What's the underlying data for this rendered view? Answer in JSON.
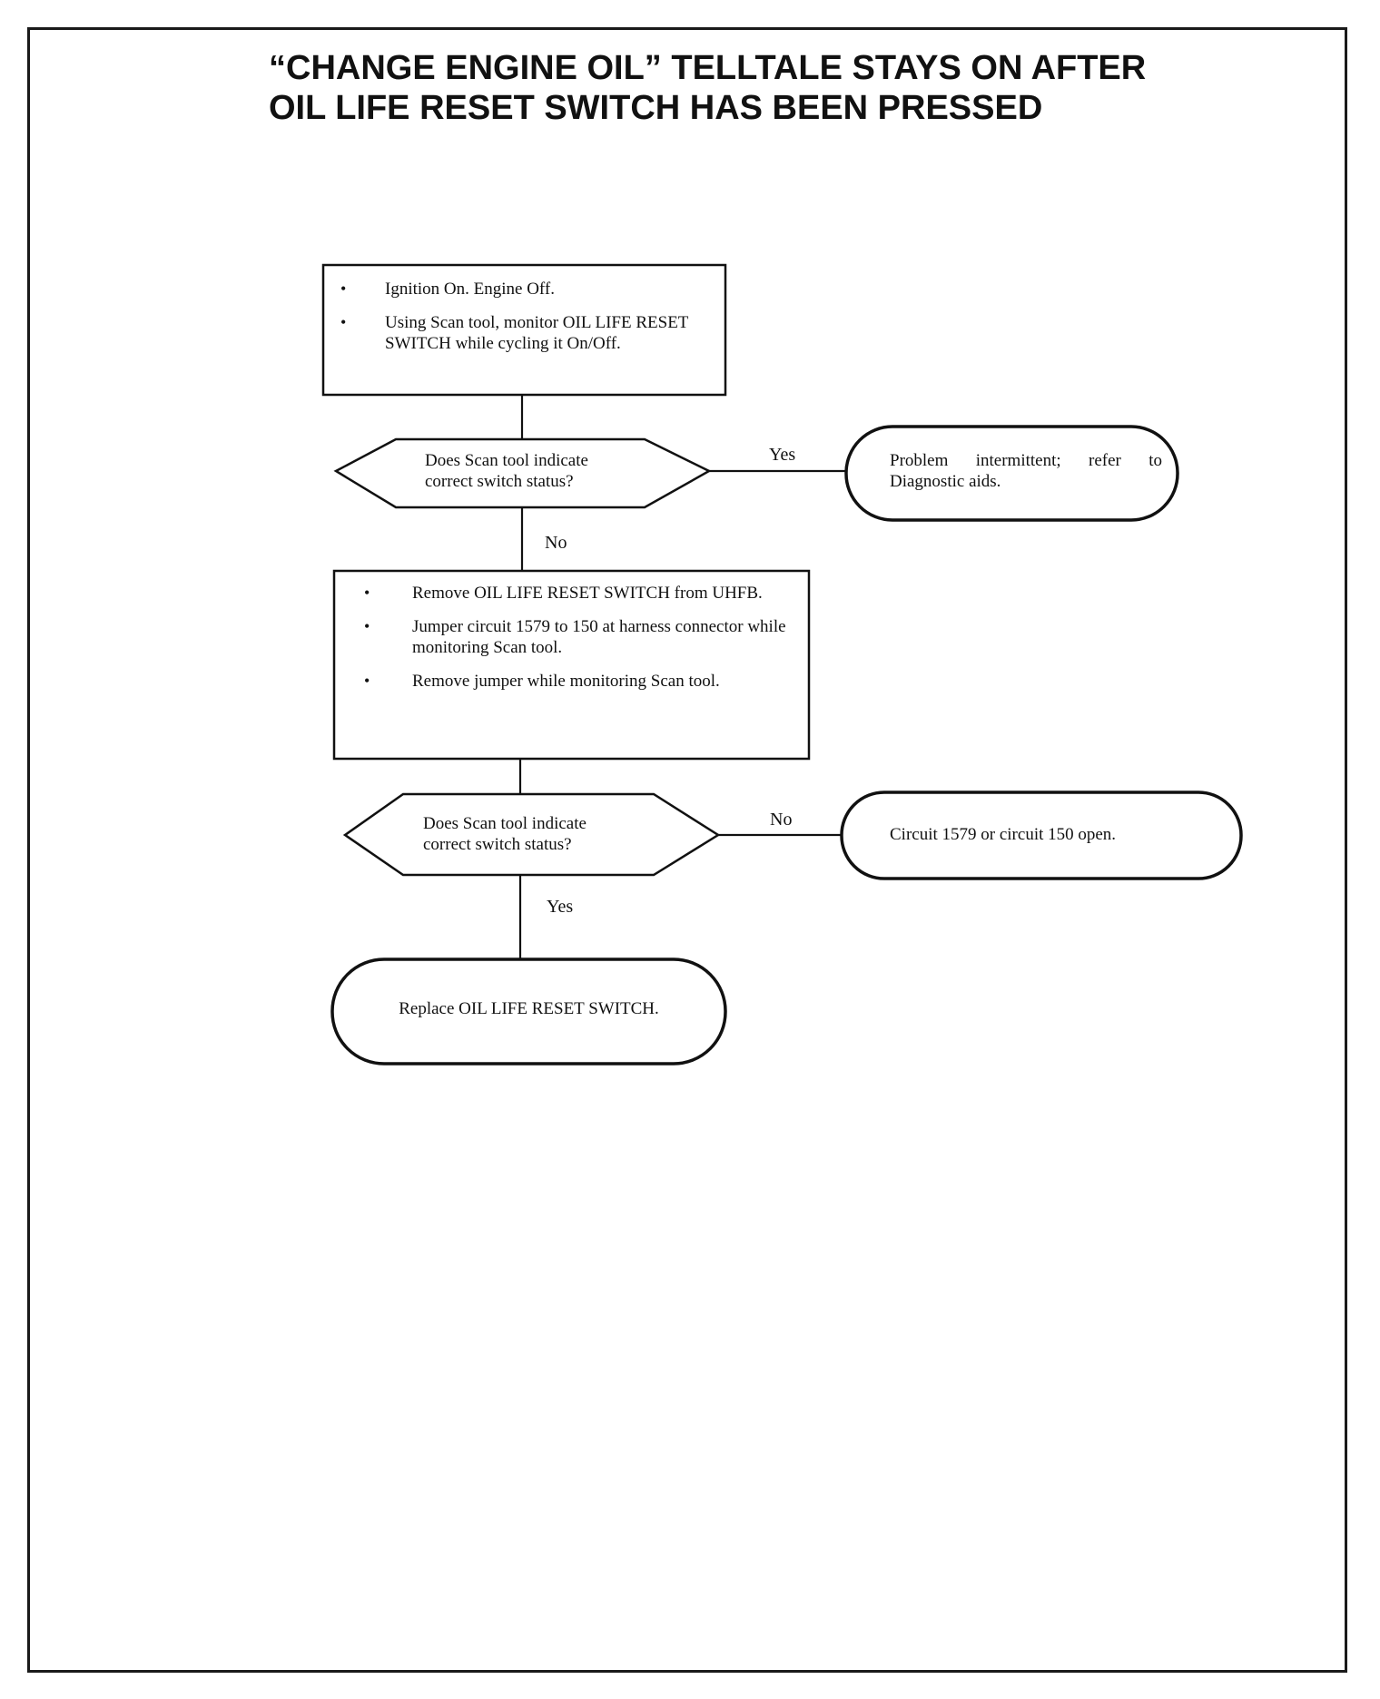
{
  "title": {
    "line1": "“CHANGE ENGINE OIL” TELLTALE STAYS ON AFTER",
    "line2": "OIL LIFE RESET SWITCH HAS BEEN PRESSED"
  },
  "steps": {
    "step1": {
      "items": [
        "Ignition On. Engine Off.",
        "Using Scan tool, monitor OIL LIFE RESET SWITCH while cycling it On/Off."
      ]
    },
    "decision1": {
      "text": "Does Scan tool indicate correct switch status?"
    },
    "result1": {
      "text": "Problem intermittent; refer to Diagnostic aids."
    },
    "step2": {
      "items": [
        "Remove OIL LIFE RESET SWITCH from UHFB.",
        "Jumper circuit 1579 to 150 at harness connector while monitoring Scan tool.",
        "Remove jumper while monitoring Scan tool."
      ]
    },
    "decision2": {
      "text": "Does Scan tool indicate correct switch status?"
    },
    "result2": {
      "text": "Circuit 1579 or circuit 150 open."
    },
    "result3": {
      "text": "Replace OIL LIFE RESET SWITCH."
    }
  },
  "edges": {
    "d1_yes": "Yes",
    "d1_no": "No",
    "d2_no": "No",
    "d2_yes": "Yes"
  }
}
